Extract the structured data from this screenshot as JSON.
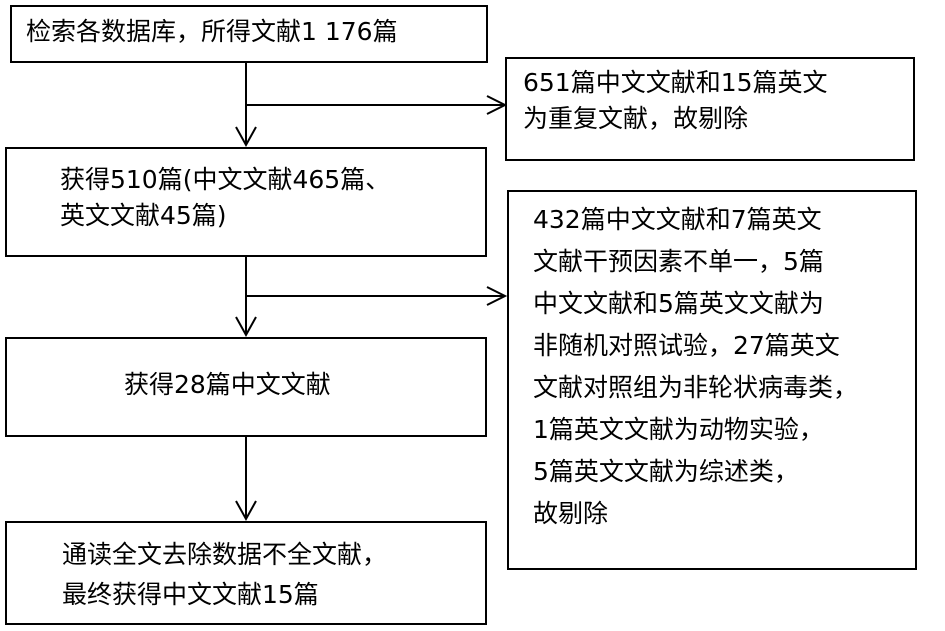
{
  "flowchart": {
    "step1": "检索各数据库，所得文献1 176篇",
    "exclude1": {
      "lines": [
        "651篇中文文献和15篇英文",
        "为重复文献，故剔除"
      ]
    },
    "step2": {
      "lines": [
        "获得510篇(中文文献465篇、",
        "英文文献45篇)"
      ]
    },
    "exclude2": {
      "lines": [
        "432篇中文文献和7篇英文",
        "文献干预因素不单一，5篇",
        "中文文献和5篇英文文献为",
        "非随机对照试验，27篇英文",
        "文献对照组为非轮状病毒类，",
        "1篇英文文献为动物实验，",
        "5篇英文文献为综述类，",
        "故剔除"
      ]
    },
    "step3": "获得28篇中文文献",
    "step4": {
      "lines": [
        "通读全文去除数据不全文献，",
        "最终获得中文文献15篇"
      ]
    }
  }
}
